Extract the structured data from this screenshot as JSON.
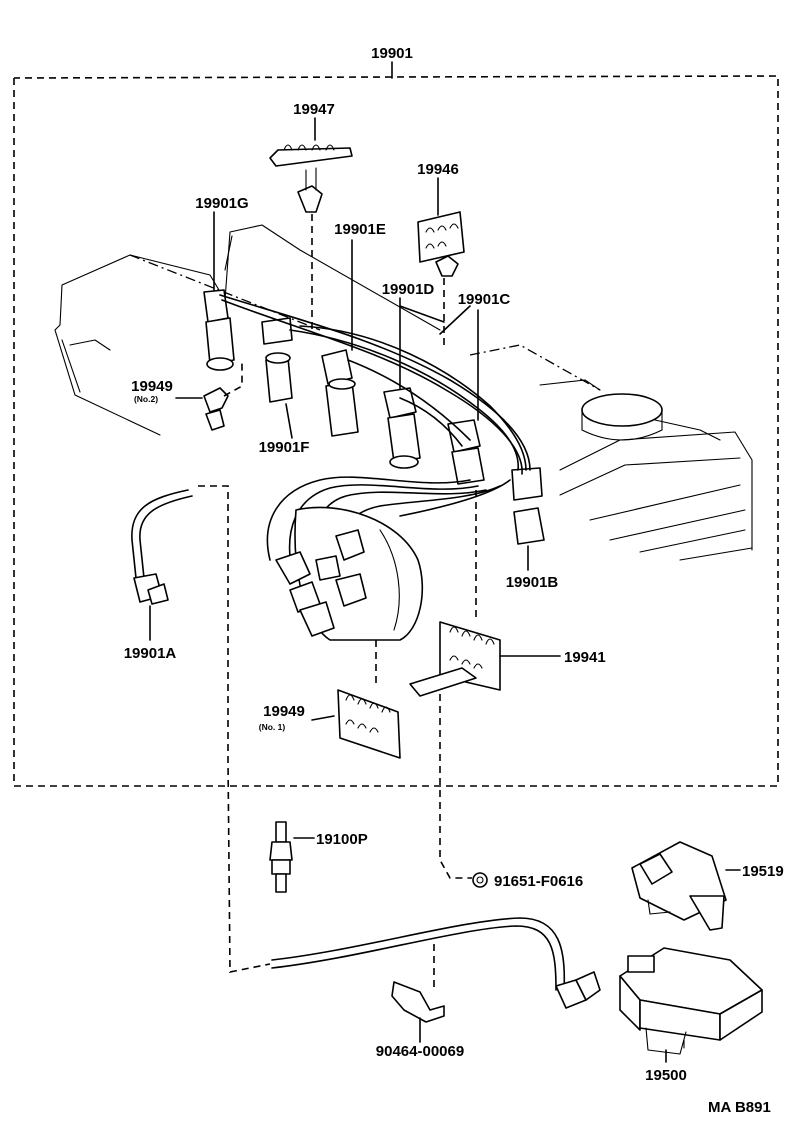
{
  "diagram": {
    "labels": {
      "assembly": "19901",
      "clamp_19947": "19947",
      "clamp_19946": "19946",
      "cord_g": "19901G",
      "cord_e": "19901E",
      "cord_d": "19901D",
      "cord_c": "19901C",
      "clamp_19949_no2": "19949",
      "no2_note": "(No.2)",
      "cord_f": "19901F",
      "cord_a": "19901A",
      "cord_b": "19901B",
      "clamp_19941": "19941",
      "clamp_19949_no1": "19949",
      "no1_note": "(No. 1)",
      "spark_plug": "19100P",
      "nut": "91651-F0616",
      "igniter": "19519",
      "clamp_90464": "90464-00069",
      "coil": "19500",
      "figure_code": "MA  B891"
    }
  }
}
